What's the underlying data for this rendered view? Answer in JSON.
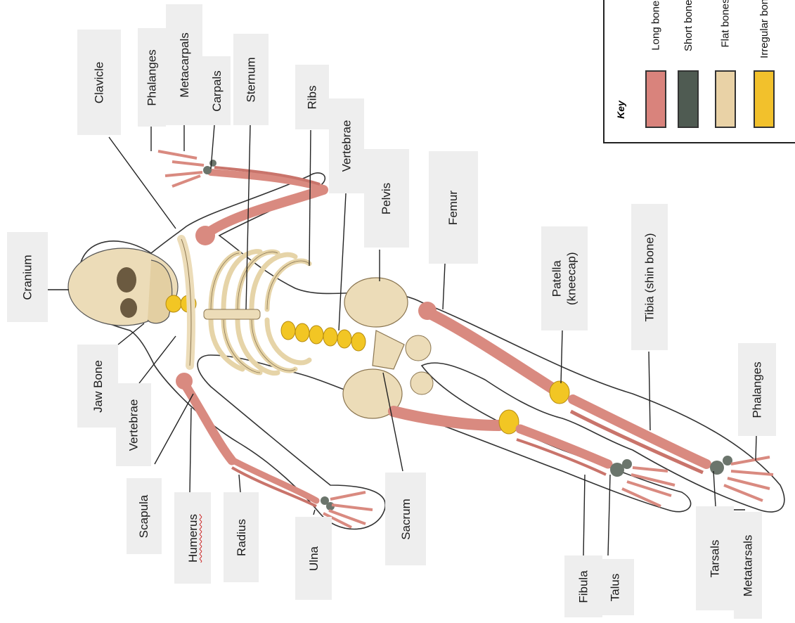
{
  "labels": {
    "cranium": "Cranium",
    "jaw_bone": "Jaw Bone",
    "vertebrae_upper": "Vertebrae",
    "scapula": "Scapula",
    "humerus": "Humerus",
    "radius": "Radius",
    "ulna": "Ulna",
    "clavicle": "Clavicle",
    "phalanges_hand": "Phalanges",
    "metacarpals": "Metacarpals",
    "carpals": "Carpals",
    "sternum": "Sternum",
    "ribs": "Ribs",
    "vertebrae_lower": "Vertebrae",
    "pelvis": "Pelvis",
    "femur": "Femur",
    "sacrum": "Sacrum",
    "patella": "Patella\n(kneecap)",
    "tibia": "Tibia (shin bone)",
    "phalanges_foot": "Phalanges",
    "fibula": "Fibula",
    "talus": "Talus",
    "tarsals": "Tarsals",
    "metatarsals": "Metatarsals"
  },
  "key": {
    "title": "Key",
    "items": [
      {
        "label": "Long bones",
        "color": "#d9837c"
      },
      {
        "label": "Short bones",
        "color": "#4f5b52"
      },
      {
        "label": "Flat bones",
        "color": "#e9d2a6"
      },
      {
        "label": "Irregular bones",
        "color": "#f2c12c"
      }
    ]
  },
  "colors": {
    "long": "#d98a80",
    "short": "#6b756c",
    "flat": "#ecdcb8",
    "irregular": "#f2c624",
    "outline": "#333333",
    "label_bg": "#eeeeee"
  }
}
